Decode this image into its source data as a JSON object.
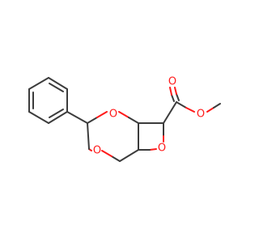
{
  "colors": {
    "background": "#ffffff",
    "carbon_bond": "#3c3c3c",
    "oxygen": "#ff1a1a"
  },
  "atoms": {
    "o_dioxane_upper": "O",
    "o_dioxane_lower": "O",
    "o_oxetane": "O",
    "o_carbonyl": "O",
    "o_ester": "O"
  }
}
